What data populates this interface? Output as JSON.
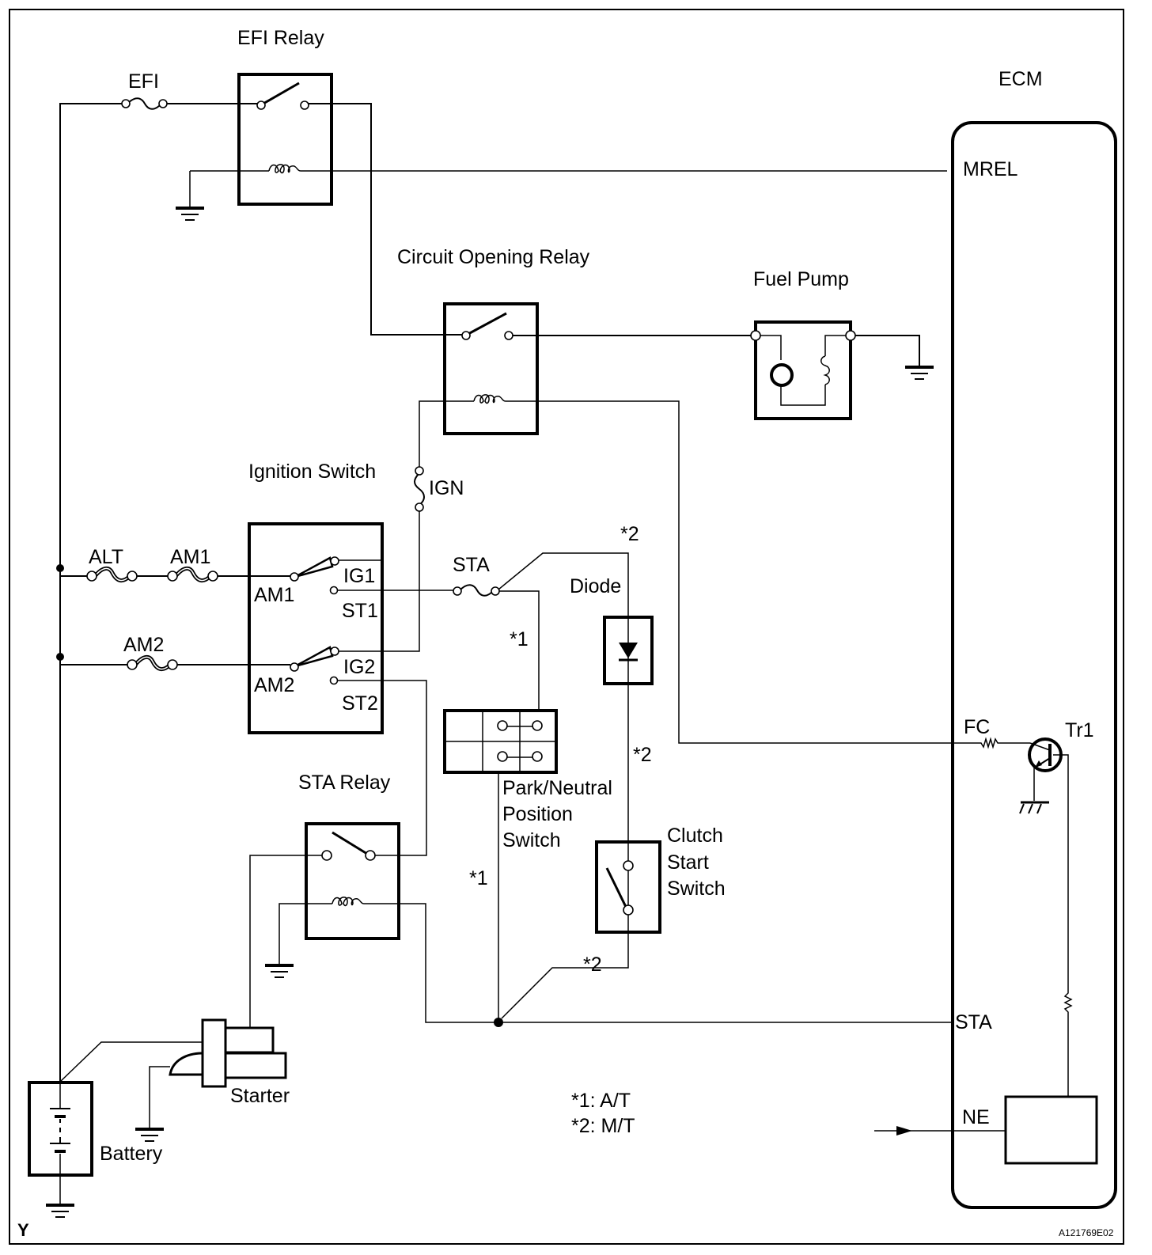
{
  "diagram": {
    "type": "wiring-schematic",
    "title": "Fuel pump control circuit",
    "figure_id": "A121769E02",
    "corner_mark": "Y",
    "legend": [
      {
        "key": "*1",
        "text": "*1: A/T"
      },
      {
        "key": "*2",
        "text": "*2: M/T"
      }
    ],
    "components": {
      "efi_relay": "EFI Relay",
      "circuit_opening_relay": "Circuit Opening Relay",
      "fuel_pump": "Fuel Pump",
      "ecm": "ECM",
      "ignition_switch": "Ignition Switch",
      "diode": "Diode",
      "park_neutral_switch": [
        "Park/Neutral",
        "Position",
        "Switch"
      ],
      "clutch_start_switch": [
        "Clutch",
        "Start",
        "Switch"
      ],
      "sta_relay": "STA Relay",
      "starter": "Starter",
      "battery": "Battery",
      "transistor": "Tr1"
    },
    "fuses": {
      "efi": "EFI",
      "alt": "ALT",
      "am1": "AM1",
      "am2": "AM2",
      "ign": "IGN",
      "sta": "STA"
    },
    "ignition_terminals": {
      "am1": "AM1",
      "am2": "AM2",
      "ig1": "IG1",
      "ig2": "IG2",
      "st1": "ST1",
      "st2": "ST2"
    },
    "ecm_terminals": {
      "mrel": "MREL",
      "fc": "FC",
      "sta": "STA",
      "ne": "NE"
    },
    "variant_marks": {
      "at": "*1",
      "mt": "*2"
    }
  }
}
